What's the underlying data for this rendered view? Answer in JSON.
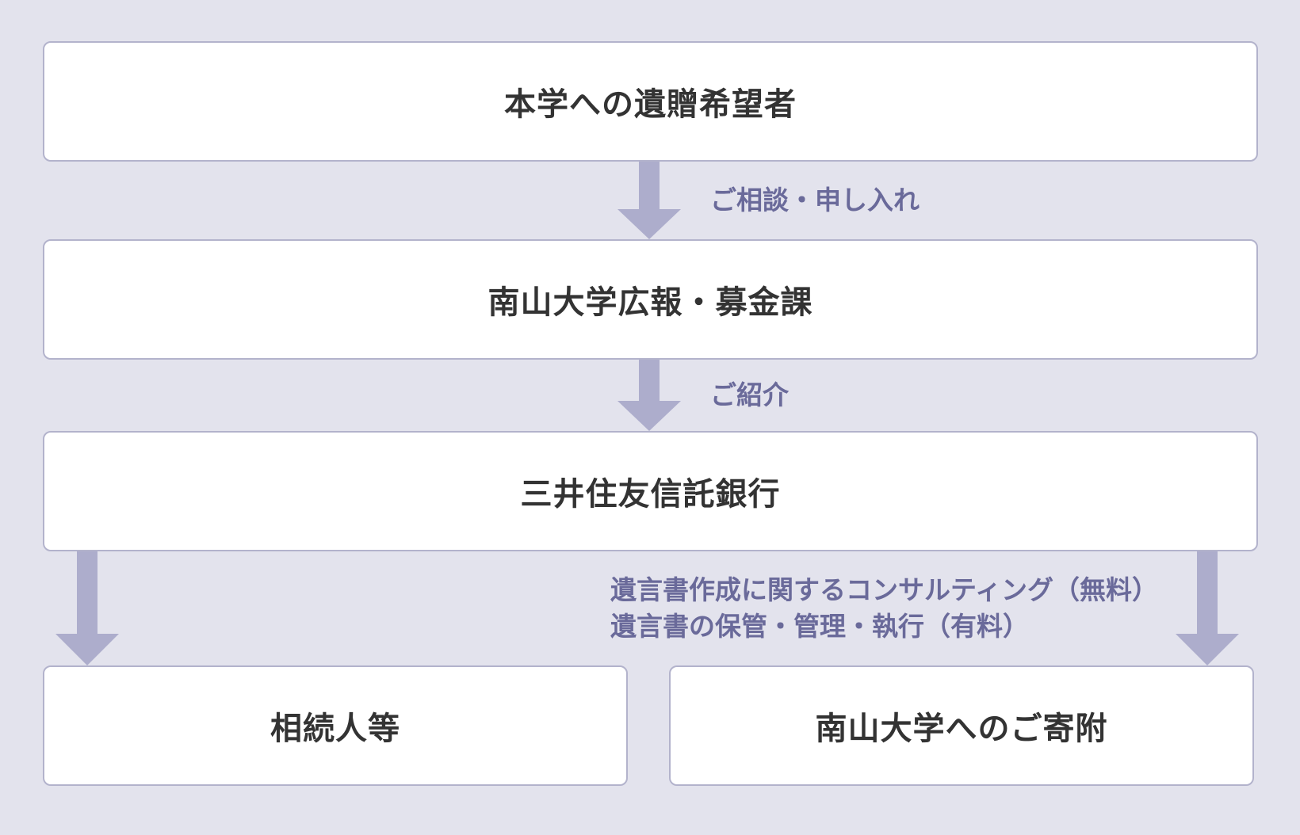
{
  "boxes": {
    "donor": "本学への遺贈希望者",
    "office": "南山大学広報・募金課",
    "bank": "三井住友信託銀行",
    "heirs": "相続人等",
    "donation": "南山大学へのご寄附"
  },
  "labels": {
    "consultation": "ご相談・申し入れ",
    "introduction": "ご紹介",
    "services_line1": "遺言書作成に関するコンサルティング（無料）",
    "services_line2": "遺言書の保管・管理・執行（有料）"
  },
  "colors": {
    "background": "#e3e3ed",
    "box_fill": "#ffffff",
    "box_border": "#b3b3cc",
    "arrow": "#adadcc",
    "label_text": "#6a6a9a",
    "box_text": "#333333"
  }
}
